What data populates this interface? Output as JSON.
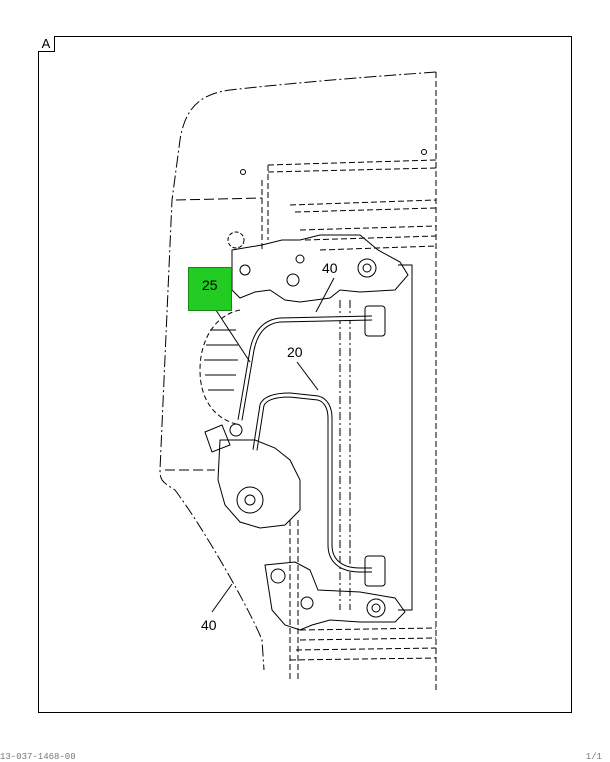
{
  "view": {
    "label": "A"
  },
  "callouts": {
    "c25": "25",
    "c40_upper": "40",
    "c20": "20",
    "c40_lower": "40"
  },
  "colors": {
    "highlight": "#22cc22",
    "line": "#000000"
  },
  "footer": {
    "doc_ref": "13-037-1468-00",
    "page_ref": "1/1"
  }
}
